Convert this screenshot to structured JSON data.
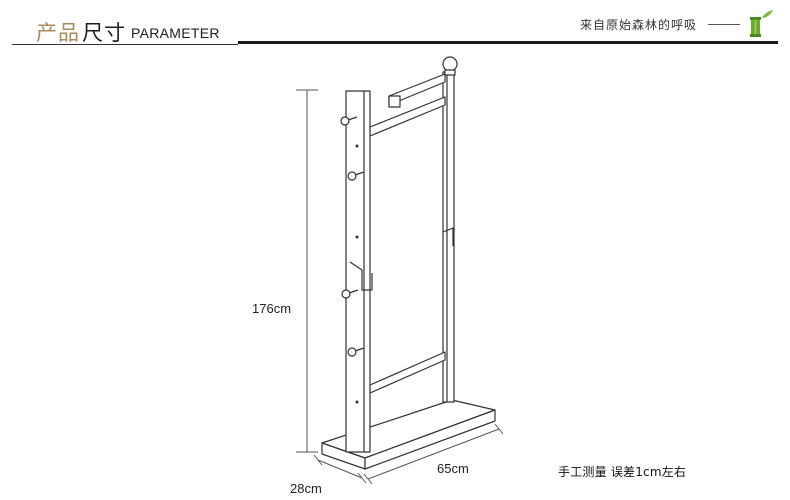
{
  "header": {
    "title_zh_accent": "产品",
    "title_zh_main": "尺寸",
    "title_en": "PARAMETER",
    "slogan": "来自原始森林的呼吸"
  },
  "dimensions": {
    "height": "176cm",
    "width": "65cm",
    "depth": "28cm"
  },
  "note": "手工测量 误差1cm左右",
  "colors": {
    "accent": "#a98a5c",
    "logo_green": "#7fb53a",
    "line": "#333333"
  },
  "icons": {
    "logo": "bamboo-leaf-logo"
  }
}
